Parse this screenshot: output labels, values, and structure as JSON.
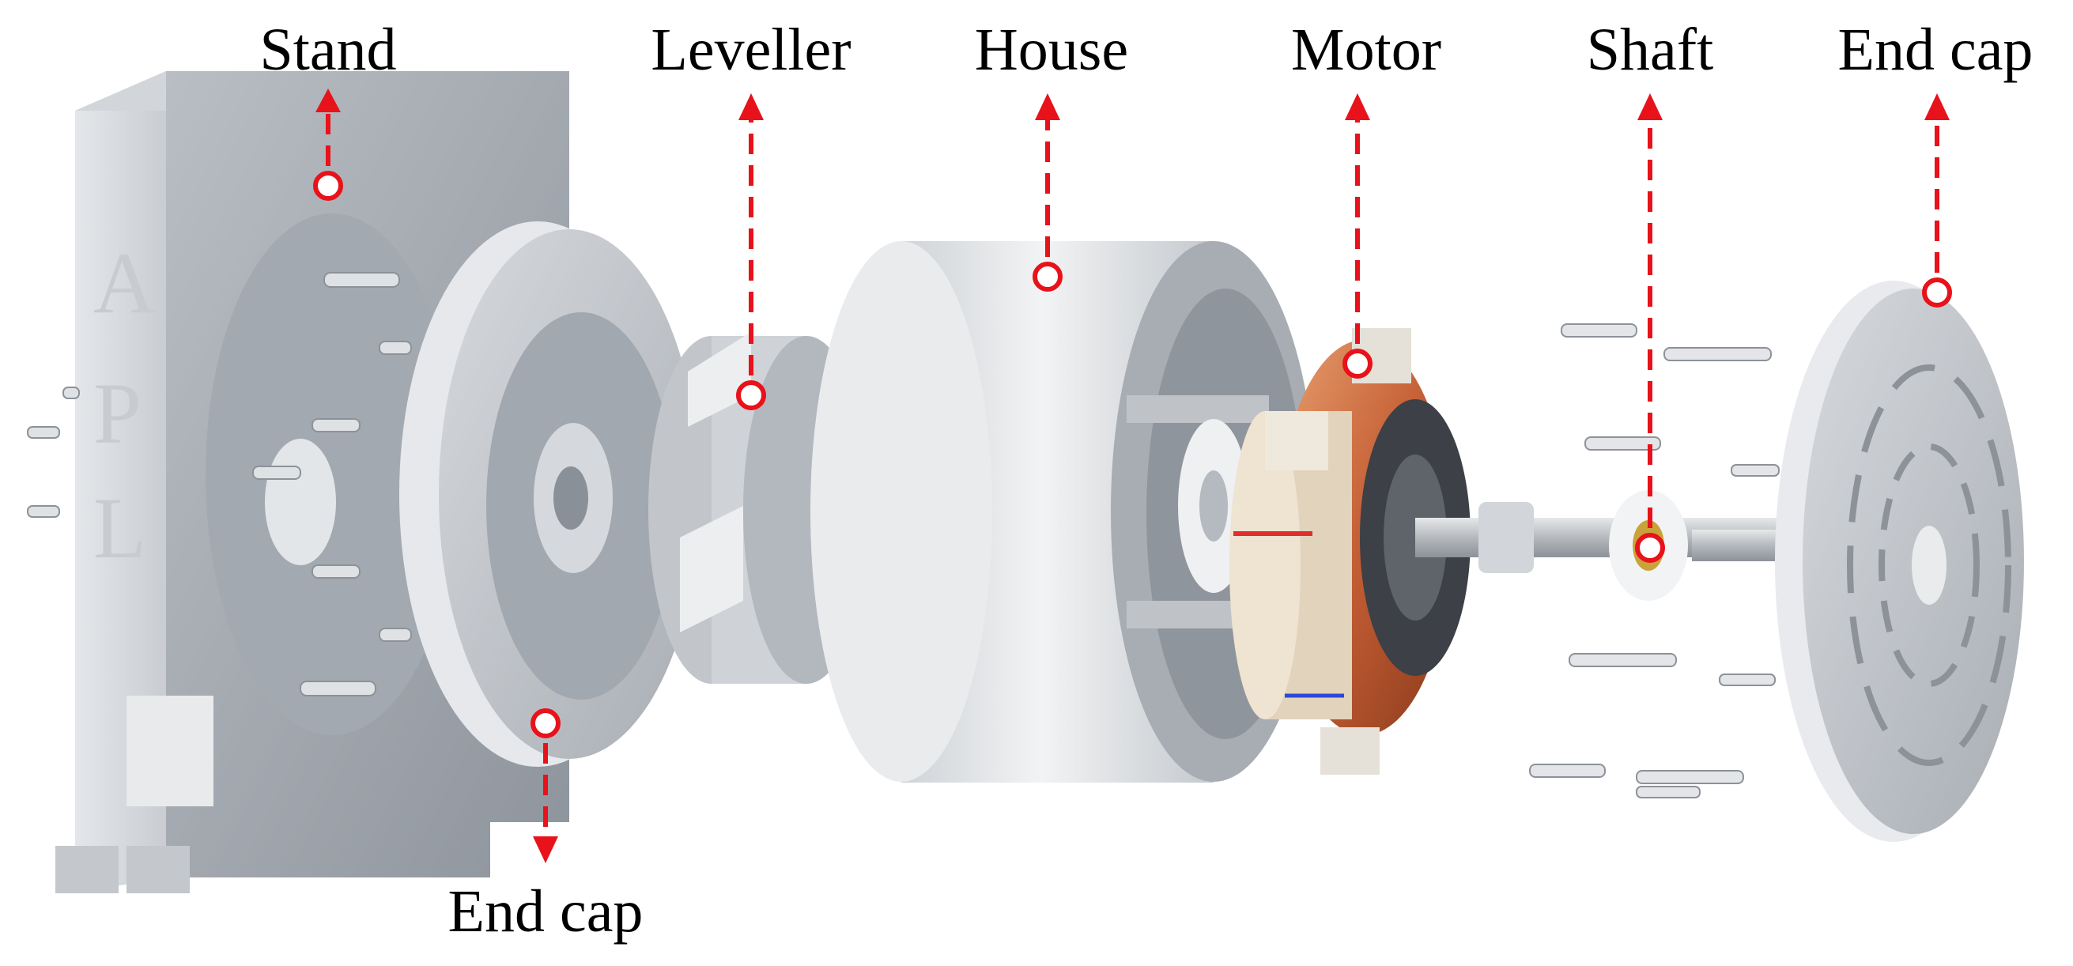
{
  "labels": {
    "stand": "Stand",
    "leveller": "Leveller",
    "house": "House",
    "motor": "Motor",
    "shaft": "Shaft",
    "end_cap_right": "End cap",
    "end_cap_left": "End cap"
  },
  "engraving": {
    "letter_a": "A",
    "letter_p": "P",
    "letter_l": "L"
  },
  "colors": {
    "callout": "#e8121b",
    "steel_dark": "#9aa0a8",
    "steel_mid": "#b7bcc2",
    "steel_light": "#dfe2e6",
    "copper": "#c8643a"
  }
}
